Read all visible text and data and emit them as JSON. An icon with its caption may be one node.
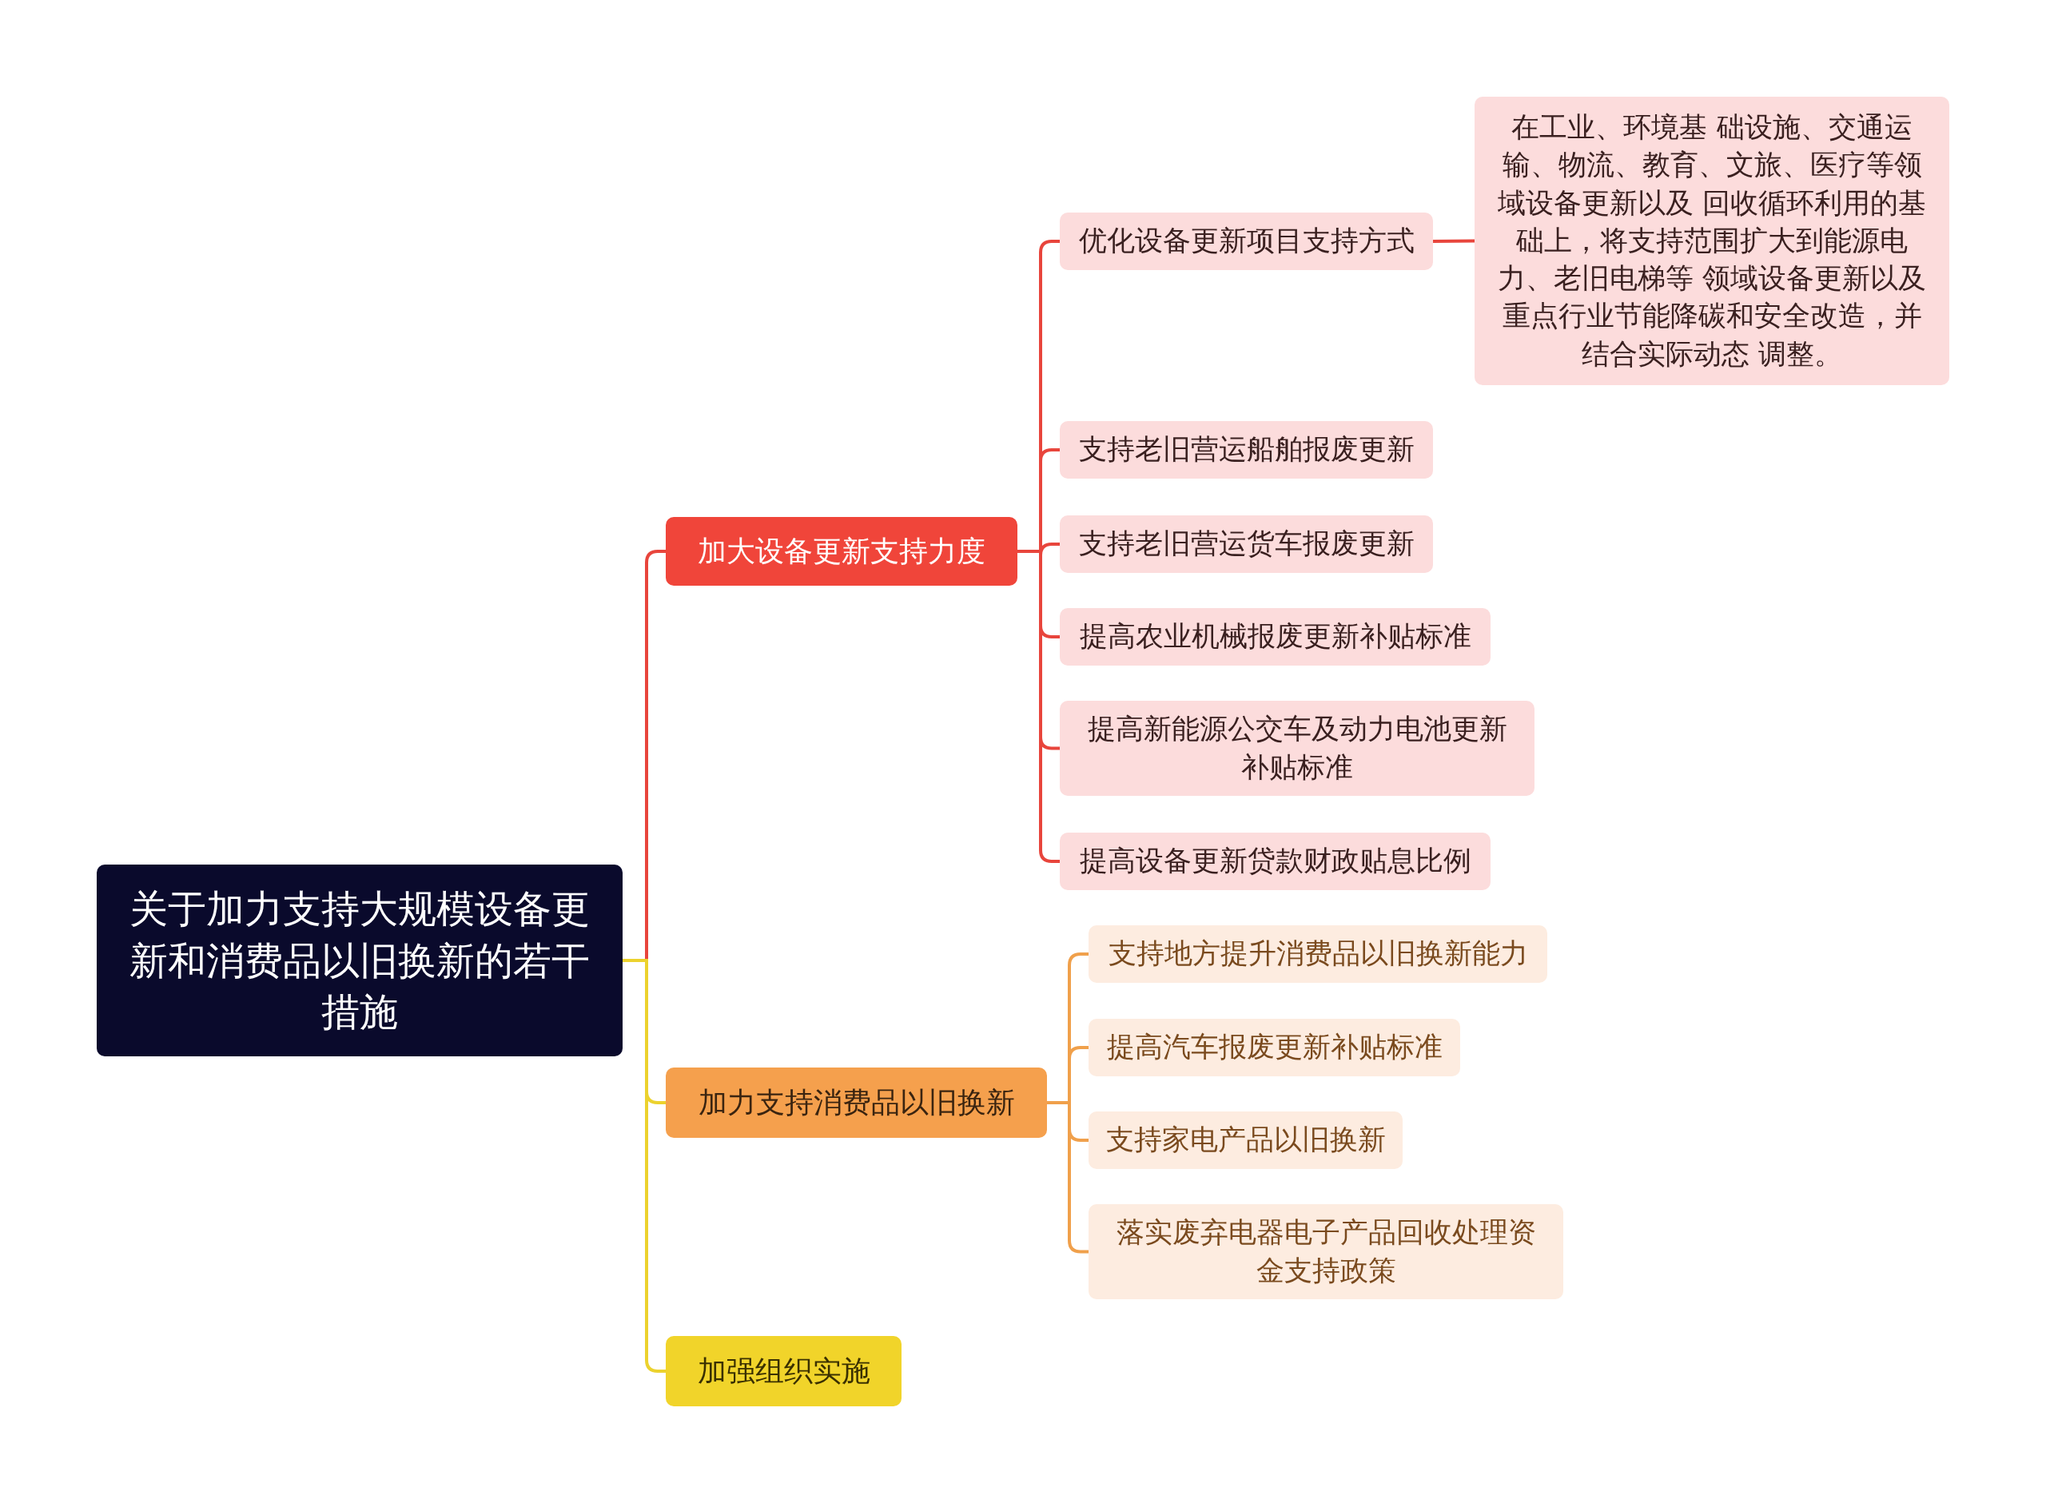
{
  "diagram": {
    "nodes": [
      {
        "text": [
          "关于加力支持大规模设备更新和消费品以旧换新的若干措施"
        ]
      },
      {
        "text": [
          "加大设备更新支持力度"
        ]
      },
      {
        "text": [
          "优化设备更新项目支持方式"
        ]
      },
      {
        "text": [
          "在工业、环境基 础设施、交通运输、物流、教育、文旅、医疗等领域设备更新以及 回收循环利用的基础上，将支持范围扩大到能源电力、老旧电梯等 领域设备更新以及重点行业节能降碳和安全改造，并结合实际动态 调整。"
        ]
      },
      {
        "text": [
          "支持老旧营运船舶报废更新"
        ]
      },
      {
        "text": [
          "支持老旧营运货车报废更新"
        ]
      },
      {
        "text": [
          "提高农业机械报废更新补贴标准"
        ]
      },
      {
        "text": [
          "提高新能源公交车及动力电池更新补贴标准"
        ]
      },
      {
        "text": [
          "提高设备更新贷款财政贴息比例"
        ]
      },
      {
        "text": [
          "加力支持消费品以旧换新"
        ]
      },
      {
        "text": [
          "支持地方提升消费品以旧换新能力"
        ]
      },
      {
        "text": [
          "提高汽车报废更新补贴标准"
        ]
      },
      {
        "text": [
          "支持家电产品以旧换新"
        ]
      },
      {
        "text": [
          "落实废弃电器电子产品回收处理资金支持政策"
        ]
      },
      {
        "text": [
          "加强组织实施"
        ]
      }
    ],
    "edges": [
      {
        "from": 0,
        "to": 1,
        "arrow": "none",
        "color": "#e8453c"
      },
      {
        "from": 0,
        "to": 9,
        "arrow": "none",
        "color": "#ecd22e"
      },
      {
        "from": 0,
        "to": 14,
        "arrow": "none",
        "color": "#ecd22e"
      },
      {
        "from": 1,
        "to": 2,
        "arrow": "none",
        "color": "#e8453c"
      },
      {
        "from": 2,
        "to": 3,
        "arrow": "none",
        "color": "#e8453c"
      },
      {
        "from": 1,
        "to": 4,
        "arrow": "none",
        "color": "#e8453c"
      },
      {
        "from": 1,
        "to": 5,
        "arrow": "none",
        "color": "#e8453c"
      },
      {
        "from": 1,
        "to": 6,
        "arrow": "none",
        "color": "#e8453c"
      },
      {
        "from": 1,
        "to": 7,
        "arrow": "none",
        "color": "#e8453c"
      },
      {
        "from": 1,
        "to": 8,
        "arrow": "none",
        "color": "#e8453c"
      },
      {
        "from": 9,
        "to": 10,
        "arrow": "none",
        "color": "#f0a04b"
      },
      {
        "from": 9,
        "to": 11,
        "arrow": "none",
        "color": "#f0a04b"
      },
      {
        "from": 9,
        "to": 12,
        "arrow": "none",
        "color": "#f0a04b"
      },
      {
        "from": 9,
        "to": 13,
        "arrow": "none",
        "color": "#f0a04b"
      }
    ]
  }
}
